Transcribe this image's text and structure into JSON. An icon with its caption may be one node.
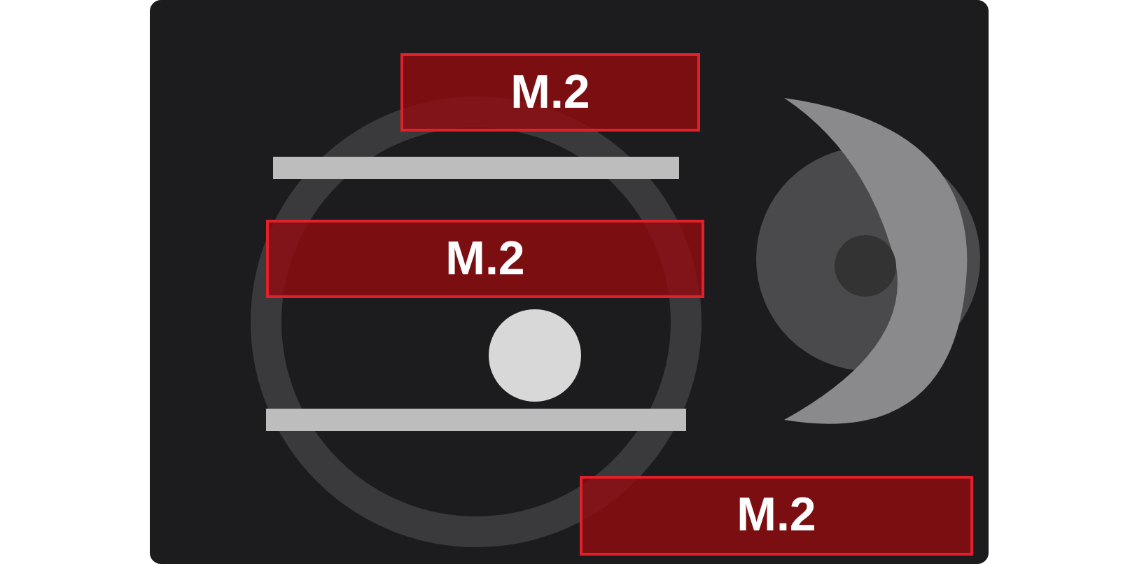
{
  "diagram": {
    "nodes": [
      {
        "text": [
          "M.2"
        ]
      },
      {
        "text": [
          "M.2"
        ]
      },
      {
        "text": [
          "M.2"
        ]
      }
    ]
  }
}
